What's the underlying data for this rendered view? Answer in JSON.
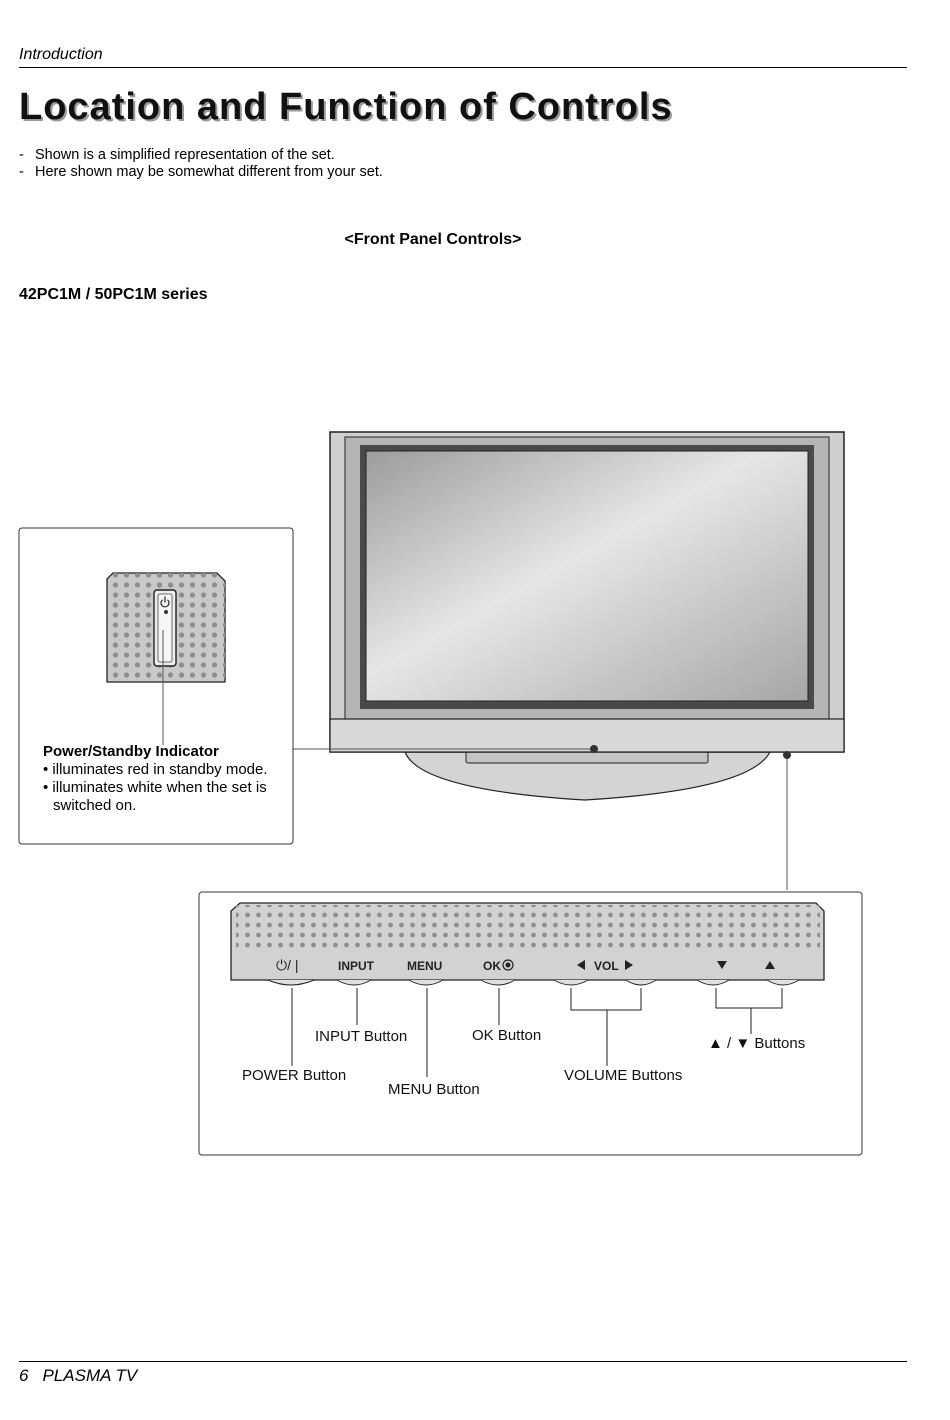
{
  "header": {
    "section": "Introduction"
  },
  "title": "Location and Function of Controls",
  "notes": [
    "Shown is a simplified representation of the set.",
    "Here shown may be somewhat different from your set."
  ],
  "section_heading": "<Front Panel Controls>",
  "model_series": "42PC1M / 50PC1M series",
  "indicator": {
    "title": "Power/Standby Indicator",
    "bullets": [
      "illuminates red in standby mode.",
      "illuminates white when the set is switched on."
    ]
  },
  "panel_buttons": {
    "power_symbol": "⏻/ |",
    "input": "INPUT",
    "menu": "MENU",
    "ok": "OK",
    "vol": "VOL"
  },
  "callouts": {
    "power": "POWER Button",
    "input": "INPUT Button",
    "menu": "MENU Button",
    "ok": "OK Button",
    "volume": "VOLUME Buttons",
    "updown": "▲ / ▼ Buttons"
  },
  "footer": {
    "page_number": "6",
    "product": "PLASMA TV"
  }
}
